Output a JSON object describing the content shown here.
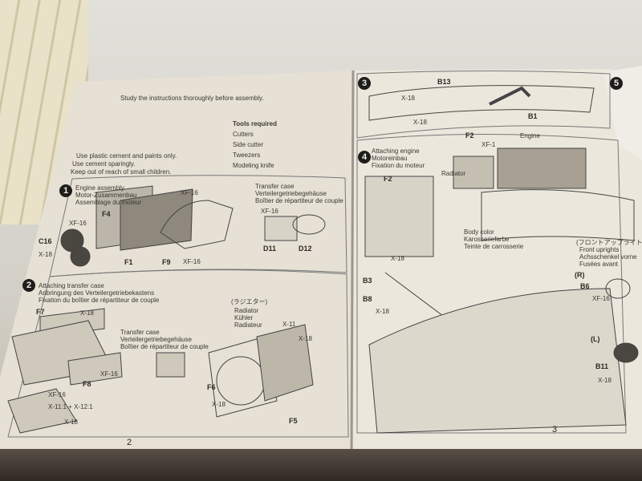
{
  "manual": {
    "left_page": {
      "page_number": "2",
      "intro_lines": [
        "Study the instructions thoroughly before assembly.",
        "Use plastic cement and paints only.",
        "Use cement sparingly.",
        "Keep out of reach of small children."
      ],
      "tools_heading": "Tools required",
      "tools": [
        "Cutters",
        "Side cutter",
        "Tweezers",
        "Modeling knife"
      ],
      "step1": {
        "number": "1",
        "title": "Engine assembly",
        "title_de": "Motor-Zusammenbau",
        "title_fr": "Assemblage du moteur",
        "parts": [
          "F4",
          "F1",
          "F9",
          "C16",
          "XF-16",
          "X-18",
          "XF-16",
          "XF-16"
        ]
      },
      "transfer_case": {
        "title": "Transfer case",
        "title_de": "Verteilergetriebegehäuse",
        "title_fr": "Boîtier de répartiteur de couple",
        "parts": [
          "D11",
          "D12",
          "XF-16"
        ]
      },
      "step2": {
        "number": "2",
        "title": "Attaching transfer case",
        "title_de": "Anbringung des Verteilergetriebekastens",
        "title_fr": "Fixation du boîtier de répartiteur de couple",
        "parts": [
          "F7",
          "F8",
          "X-18",
          "XF-16",
          "XF-16",
          "X-11:1 + X-12:1",
          "X-18"
        ]
      },
      "transfer_case2": {
        "title": "Transfer case",
        "title_de": "Verteilergetriebegehäuse",
        "title_fr": "Boîtier de répartiteur de couple"
      },
      "radiator": {
        "title_jp": "(ラジエター)",
        "title": "Radiator",
        "title_de": "Kühler",
        "title_fr": "Radiateur",
        "parts": [
          "F6",
          "F5",
          "X-11",
          "X-18",
          "X-18"
        ]
      }
    },
    "right_page": {
      "page_number": "3",
      "step3": {
        "number": "3",
        "parts": [
          "B13",
          "B1",
          "X-18",
          "X-18"
        ]
      },
      "step4": {
        "number": "4",
        "title": "Attaching engine",
        "title_de": "Motoreinbau",
        "title_fr": "Fixation du moteur",
        "parts": [
          "F2",
          "XF-1",
          "F2",
          "B3",
          "B8",
          "X-18",
          "X-18"
        ],
        "engine": "Engine",
        "radiator": "Radiator",
        "body_color": "Body color",
        "body_color_de": "Karosseriefarbe",
        "body_color_fr": "Teinte de carrosserie"
      },
      "front_uprights": {
        "title_jp": "(フロントアップライト)",
        "title": "Front uprights",
        "title_de": "Achsschenkel vorne",
        "title_fr": "Fusées avant",
        "right": "(R)",
        "left": "(L)",
        "parts": [
          "B6",
          "XF-16",
          "B11",
          "X-18"
        ]
      },
      "step5": {
        "number": "5"
      }
    }
  }
}
